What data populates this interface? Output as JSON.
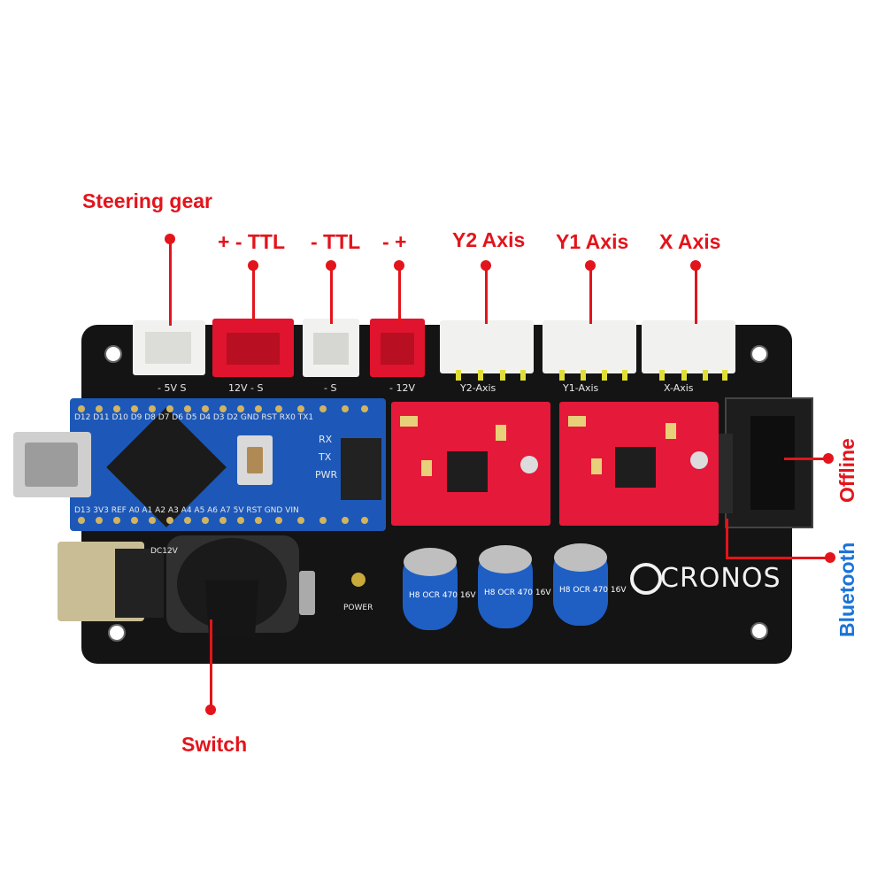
{
  "callouts": {
    "steering_gear": "Steering gear",
    "ttl_pm": "+ - TTL",
    "ttl_m": "- TTL",
    "mp": "- +",
    "y2_axis": "Y2 Axis",
    "y1_axis": "Y1 Axis",
    "x_axis": "X Axis",
    "offline": "Offline",
    "bluetooth": "Bluetooth",
    "switch": "Switch"
  },
  "silkscreen": {
    "c1": "- 5V S",
    "c2": "12V - S",
    "c3": "- S",
    "c4": "- 12V",
    "c5": "Y2-Axis",
    "c6": "Y1-Axis",
    "c7": "X-Axis",
    "power": "POWER",
    "dc": "DC12V",
    "rx": "RX",
    "tx": "TX",
    "pwr": "PWR",
    "nano_top": "D12 D11 D10 D9 D8 D7 D6 D5 D4 D3 D2 GND RST RX0 TX1",
    "nano_bottom": "D13 3V3 REF A0 A1 A2 A3 A4 A5 A6 A7 5V RST GND VIN",
    "cap_label": "H8 OCR 470 16V",
    "logo": "CRONOS"
  },
  "colors": {
    "callout_red": "#e3141b",
    "callout_blue": "#1a73d9",
    "board": "#141414",
    "arduino": "#1d58b8",
    "driver": "#e5193a"
  }
}
